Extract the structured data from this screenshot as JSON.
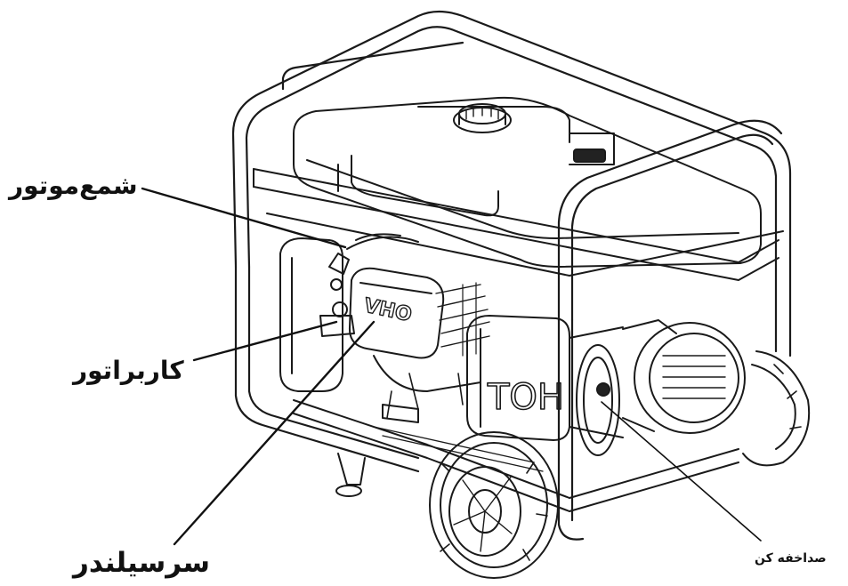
{
  "labels": {
    "spark_plug": "شمع‌موتور",
    "carburetor": "کاربراتور",
    "cylinder_head": "سرسیلندر",
    "muffler": "صداخفه کن"
  },
  "embossed_text": {
    "engine_cover": "VHO",
    "alternator_housing": "TOH"
  },
  "colors": {
    "ink": "#111111",
    "background": "#ffffff"
  }
}
